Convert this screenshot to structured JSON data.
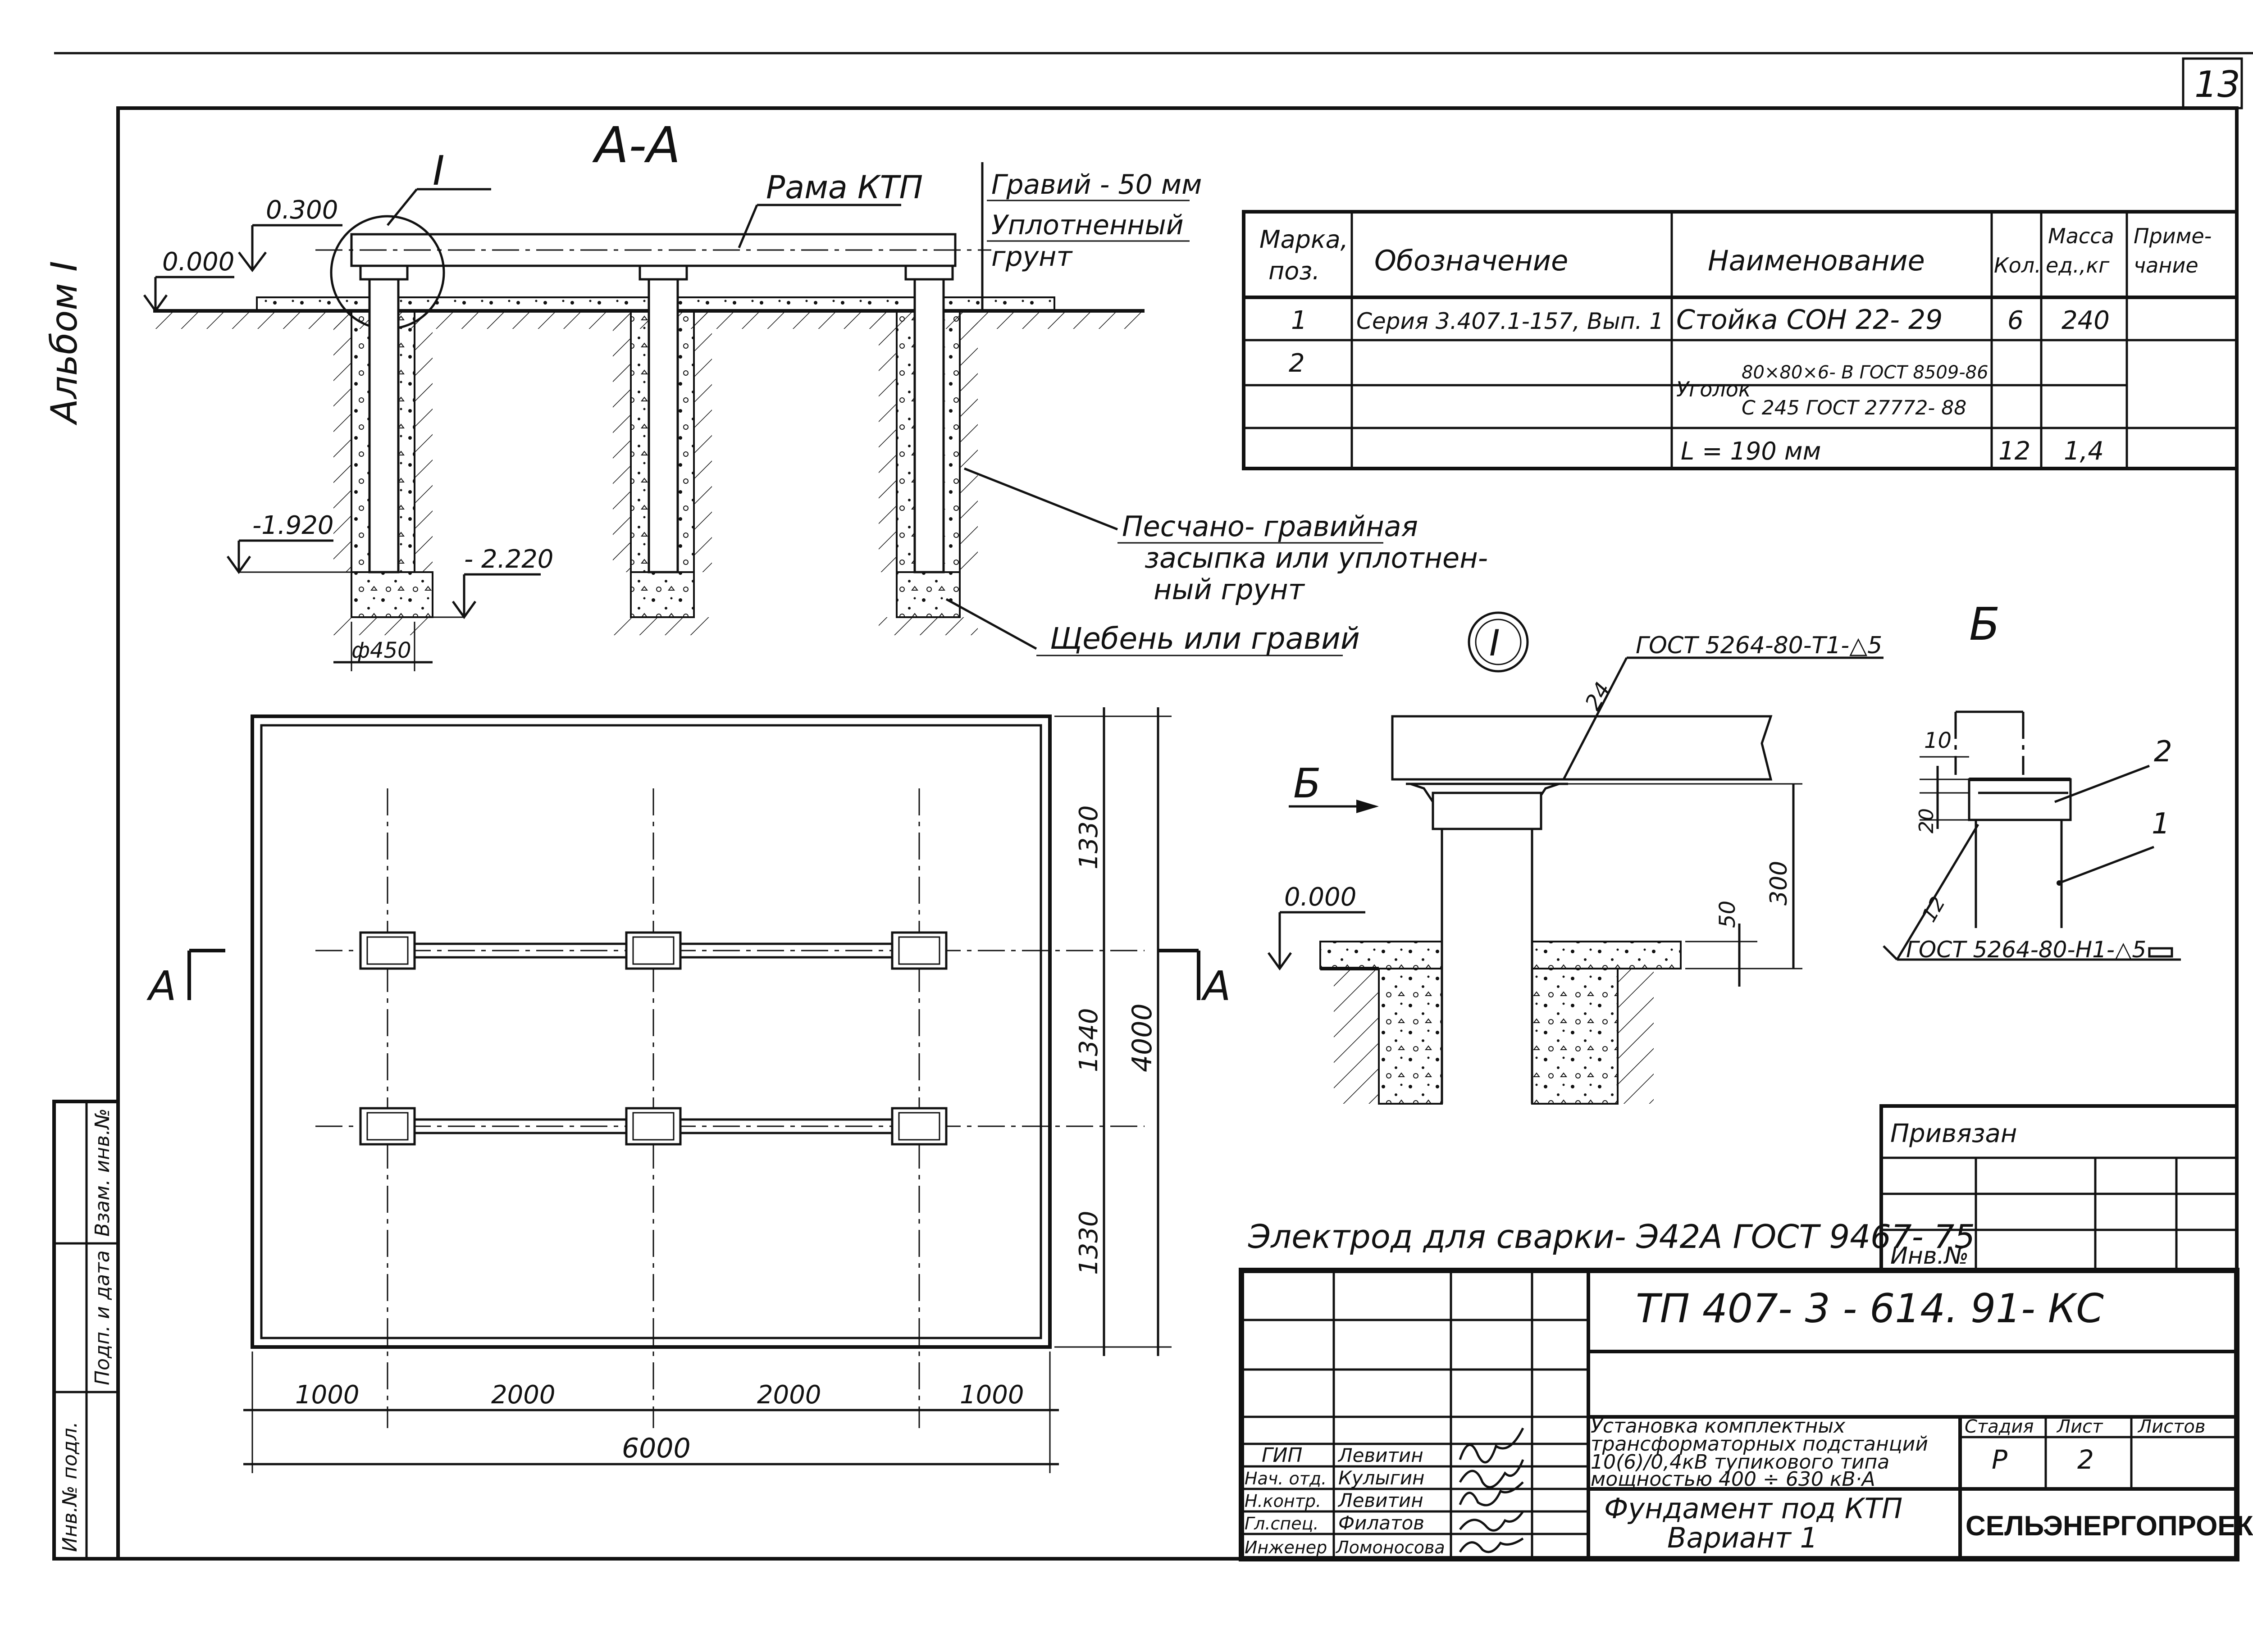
{
  "sheet": {
    "number": "13",
    "album_label": "Альбом I"
  },
  "section_aa": {
    "title": "А-А",
    "node_ref": "I",
    "frame_label": "Рама КТП",
    "gravel_label": "Гравий - 50 мм",
    "compacted_label_1": "Уплотненный",
    "compacted_label_2": "грунт",
    "level_0300": "0.300",
    "level_0000": "0.000",
    "level_1920": "-1.920",
    "level_2220": "- 2.220",
    "diameter": "ф450",
    "backfill_label_1": "Песчано- гравийная",
    "backfill_label_2": "засыпка или уплотнен-",
    "backfill_label_3": "ный грунт",
    "crushed_label": "Щебень или гравий"
  },
  "spec_table": {
    "headers": [
      "Марка, поз.",
      "Обозначение",
      "Наименование",
      "Кол.",
      "Масса ед., кг",
      "Приме- чание"
    ],
    "rows": [
      {
        "pos": "1",
        "designation": "Серия 3.407.1-157, Вып. 1",
        "name": "Стойка СОН 22- 29",
        "qty": "6",
        "mass": "240",
        "note": ""
      },
      {
        "pos": "2",
        "designation": "",
        "name_prefix": "Уголок",
        "name_line1": "80×80×6- В ГОСТ 8509-86",
        "name_line2": "С 245 ГОСТ 27772- 88",
        "qty": "",
        "mass": "",
        "note": ""
      },
      {
        "pos": "",
        "designation": "",
        "name": "L = 190 мм",
        "qty": "12",
        "mass": "1,4",
        "note": ""
      }
    ]
  },
  "node_i": {
    "title": "I",
    "weld_note": "ГОСТ 5264-80-Т1-△5",
    "weld_size": "24",
    "view_arrow": "Б",
    "level": "0.000",
    "dim_50": "50",
    "dim_300": "300"
  },
  "view_b": {
    "title": "Б",
    "dim_10": "10",
    "dim_20": "20",
    "dim_12": "12",
    "pos_2": "2",
    "pos_1": "1",
    "weld_note": "ГОСТ 5264-80-Н1-△5"
  },
  "plan": {
    "cut_left": "А",
    "cut_right": "А",
    "dims_bottom": [
      "1000",
      "2000",
      "2000",
      "1000"
    ],
    "dim_total_width": "6000",
    "dims_right": [
      "1330",
      "1340",
      "1330"
    ],
    "dim_total_height": "4000"
  },
  "electrode_note": "Электрод для сварки- Э42А ГОСТ 9467- 75",
  "binding_box": {
    "title": "Привязан",
    "inv_no": "Инв.№"
  },
  "side_stamp": {
    "cells": [
      "Взам. инв.№",
      "Подп. и дата",
      "Инв.№ подл."
    ]
  },
  "title_block": {
    "doc_code": "ТП 407- 3 - 614. 91- КС",
    "project_title_1": "Установка комплектных",
    "project_title_2": "трансформаторных подстанций",
    "project_title_3": "10(6)/0,4кВ тупикового типа",
    "project_title_4": "мощностью 400 ÷ 630 кВ·А",
    "sheet_title_1": "Фундамент под КТП",
    "sheet_title_2": "Вариант 1",
    "stage_label": "Стадия",
    "sheet_label": "Лист",
    "sheets_label": "Листов",
    "stage": "Р",
    "sheet_no": "2",
    "sheets_total": "",
    "organization": "СЕЛЬЭНЕРГОПРОЕКТ",
    "signatories": [
      {
        "role": "ГИП",
        "name": "Левитин"
      },
      {
        "role": "Нач. отд.",
        "name": "Кулыгин"
      },
      {
        "role": "Н.контр.",
        "name": "Левитин"
      },
      {
        "role": "Гл.спец.",
        "name": "Филатов"
      },
      {
        "role": "Инженер",
        "name": "Ломоносова"
      }
    ]
  }
}
